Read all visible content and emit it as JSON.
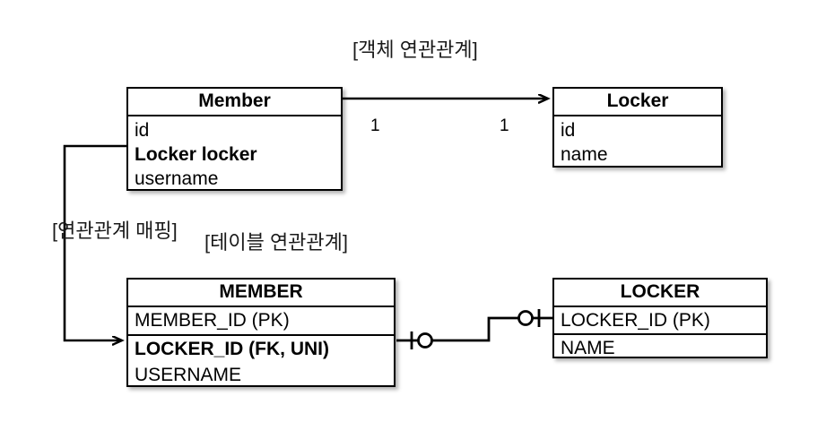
{
  "diagram": {
    "title_object_relation": "[객체 연관관계]",
    "title_mapping": "[연관관계 매핑]",
    "title_table_relation": "[테이블 연관관계]",
    "background_color": "#ffffff",
    "line_color": "#000000",
    "text_color": "#000000"
  },
  "object_model": {
    "member": {
      "name": "Member",
      "fields": [
        {
          "label": "id",
          "bold": false
        },
        {
          "label": "Locker locker",
          "bold": true
        },
        {
          "label": "username",
          "bold": false
        }
      ]
    },
    "locker": {
      "name": "Locker",
      "fields": [
        {
          "label": "id",
          "bold": false
        },
        {
          "label": "name",
          "bold": false
        }
      ]
    },
    "association": {
      "source_cardinality": "1",
      "target_cardinality": "1",
      "arrow": "directed-arrow-member-to-locker"
    }
  },
  "table_model": {
    "member_table": {
      "name": "MEMBER",
      "primary_section": [
        {
          "label": "MEMBER_ID (PK)",
          "bold": false
        }
      ],
      "secondary_section": [
        {
          "label": "LOCKER_ID (FK, UNI)",
          "bold": true
        },
        {
          "label": "USERNAME",
          "bold": false
        }
      ]
    },
    "locker_table": {
      "name": "LOCKER",
      "primary_section": [
        {
          "label": "LOCKER_ID (PK)",
          "bold": false
        }
      ],
      "secondary_section": [
        {
          "label": "NAME",
          "bold": false
        }
      ]
    },
    "relationship": {
      "notation": "crows-foot-one-and-only-one",
      "left_marker": "one-mandatory-tick-and-circle",
      "right_marker": "one-mandatory-tick-and-circle"
    }
  },
  "mapping_link": {
    "from": "Member.Locker locker",
    "to": "MEMBER.LOCKER_ID (FK, UNI)",
    "arrow": "directed-arrow-object-field-to-table-column"
  }
}
